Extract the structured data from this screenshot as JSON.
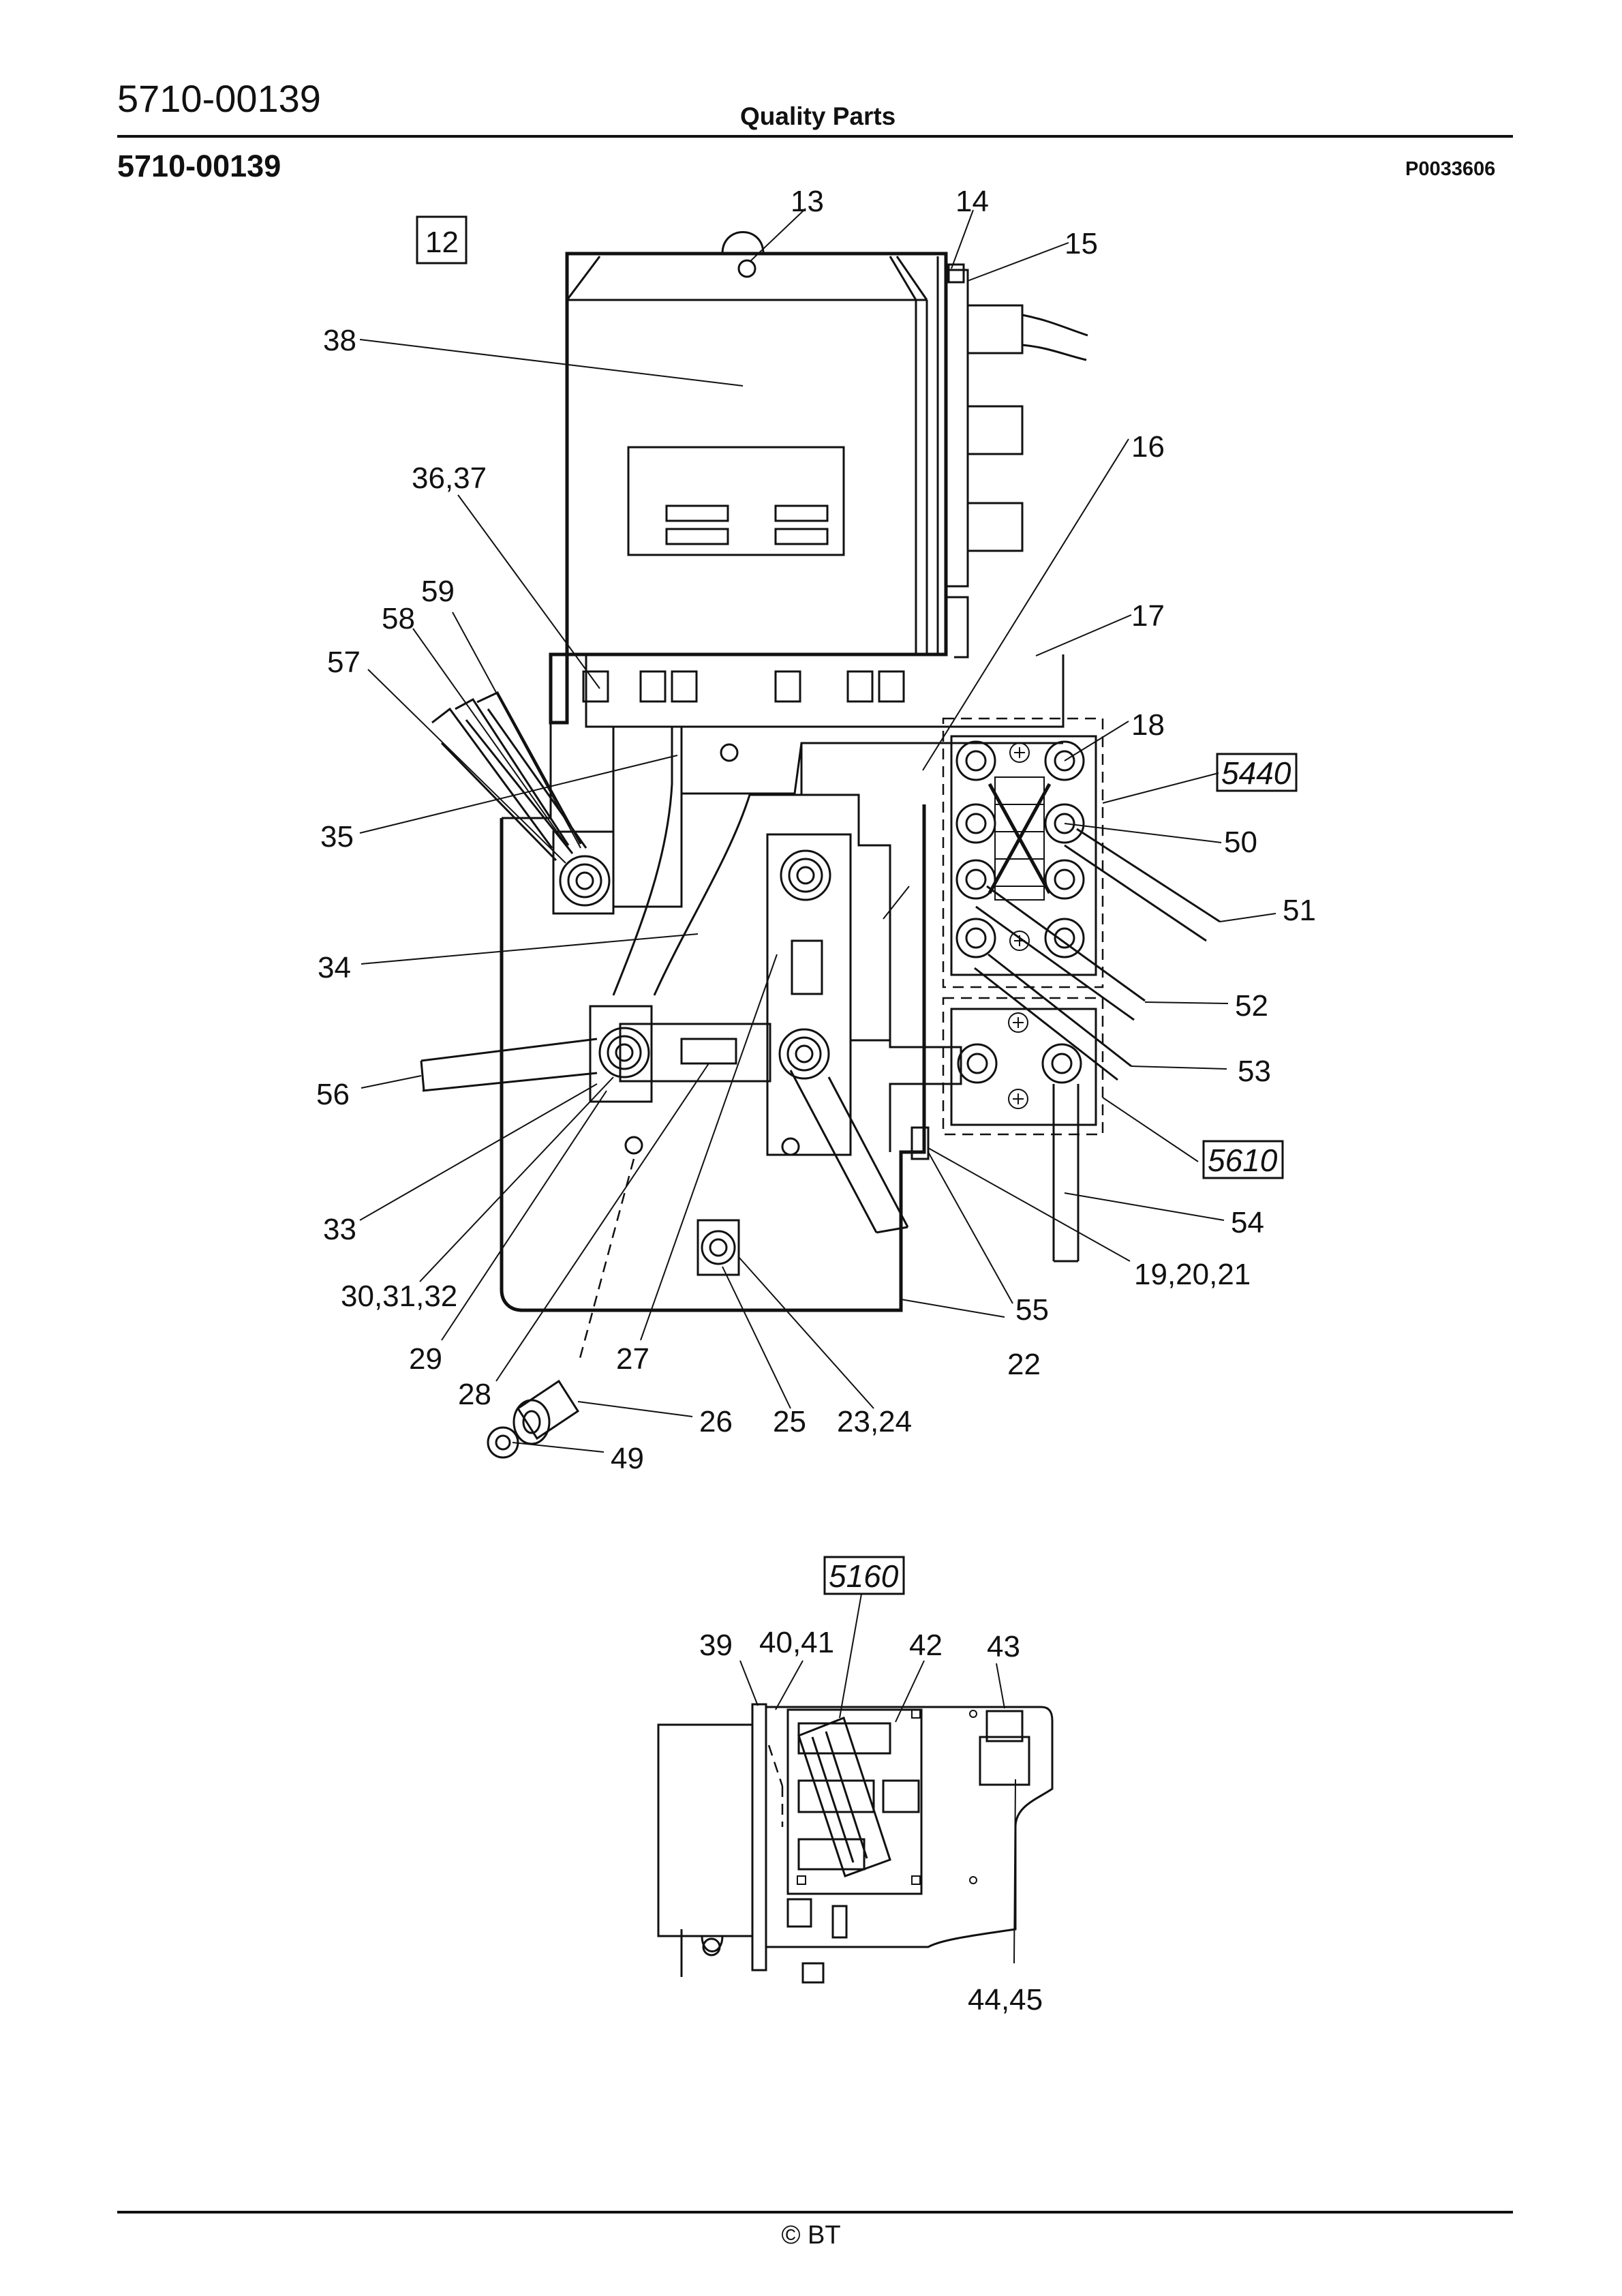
{
  "header": {
    "code": "5710-00139",
    "center_title": "Quality Parts"
  },
  "subheader": {
    "code": "5710-00139",
    "reference": "P0033606"
  },
  "footer": {
    "copyright": "© BT"
  },
  "boxed_refs": {
    "group": "12",
    "ref_5440": "5440",
    "ref_5610": "5610",
    "ref_5160": "5160"
  },
  "callouts": {
    "c13": "13",
    "c14": "14",
    "c15": "15",
    "c16": "16",
    "c17": "17",
    "c18": "18",
    "c50": "50",
    "c51": "51",
    "c52": "52",
    "c53": "53",
    "c54": "54",
    "c55": "55",
    "c19_21": "19,20,21",
    "c22": "22",
    "c23_24": "23,24",
    "c25": "25",
    "c26": "26",
    "c49": "49",
    "c27": "27",
    "c28": "28",
    "c29": "29",
    "c30_32": "30,31,32",
    "c33": "33",
    "c56": "56",
    "c34": "34",
    "c35": "35",
    "c57": "57",
    "c58": "58",
    "c59": "59",
    "c36_37": "36,37",
    "c38": "38",
    "c39": "39",
    "c40_41": "40,41",
    "c42": "42",
    "c43": "43",
    "c44_45": "44,45"
  },
  "colors": {
    "ink": "#111111",
    "paper": "#ffffff"
  }
}
